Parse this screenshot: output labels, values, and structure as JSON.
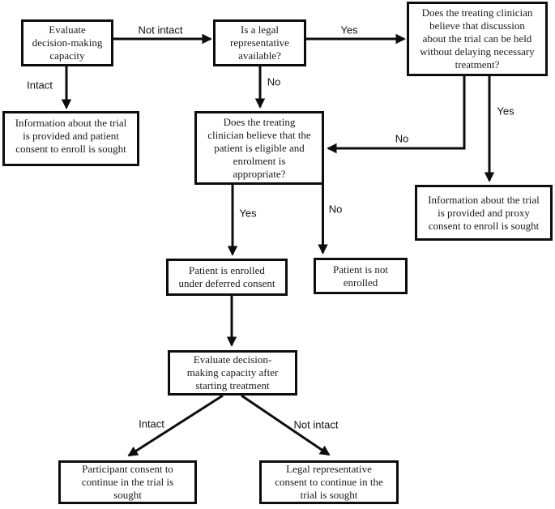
{
  "figure": {
    "type": "flowchart",
    "colors": {
      "background": "#ffffff",
      "line": "#0d0d0d",
      "text": "#1a1a1a"
    }
  },
  "nodes": {
    "evaluate_capacity": "Evaluate\ndecision-making\ncapacity",
    "legal_rep_available": "Is a legal\nrepresentative\navailable?",
    "discussion_without_delay": "Does the treating clinician\nbelieve that discussion\nabout the trial can be held\nwithout delaying necessary\ntreatment?",
    "patient_consent_sought": "Information about the trial\nis provided and patient\nconsent to enroll is sought",
    "eligibility_appropriate": "Does the treating\nclinician believe that the\npatient is eligible and\nenrolment is\nappropriate?",
    "proxy_consent_sought": "Information about the trial\nis provided and proxy\nconsent to enroll is sought",
    "enrolled_deferred": "Patient is enrolled\nunder deferred consent",
    "not_enrolled": "Patient is not\nenrolled",
    "evaluate_after_treatment": "Evaluate decision-\nmaking capacity after\nstarting treatment",
    "participant_consent_continue": "Participant consent to\ncontinue in the trial is\nsought",
    "legal_rep_consent_continue": "Legal representative\nconsent to continue in the\ntrial is sought"
  },
  "edge_labels": {
    "not_intact_capacity": "Not intact",
    "intact_capacity": "Intact",
    "yes_legal_rep": "Yes",
    "no_legal_rep": "No",
    "no_discussion": "No",
    "yes_discussion": "Yes",
    "yes_eligible": "Yes",
    "no_eligible": "No",
    "intact_after": "Intact",
    "not_intact_after": "Not intact"
  }
}
